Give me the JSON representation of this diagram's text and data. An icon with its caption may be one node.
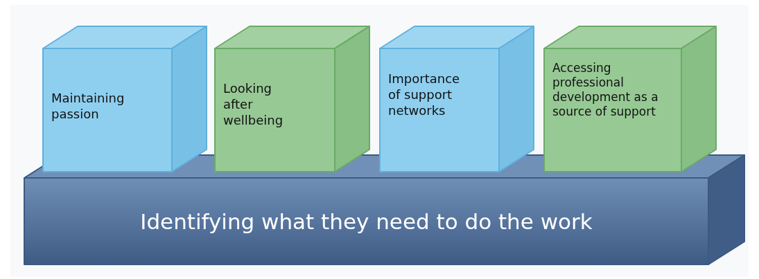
{
  "diagram": {
    "nodes": [
      {
        "text": [
          "Maintaining passion"
        ]
      },
      {
        "text": [
          "Looking after wellbeing"
        ]
      },
      {
        "text": [
          "Importance of support networks"
        ]
      },
      {
        "text": [
          "Accessing professional development as a source of support"
        ]
      },
      {
        "text": [
          "Identifying what they need to do the work"
        ]
      }
    ],
    "edges": []
  }
}
